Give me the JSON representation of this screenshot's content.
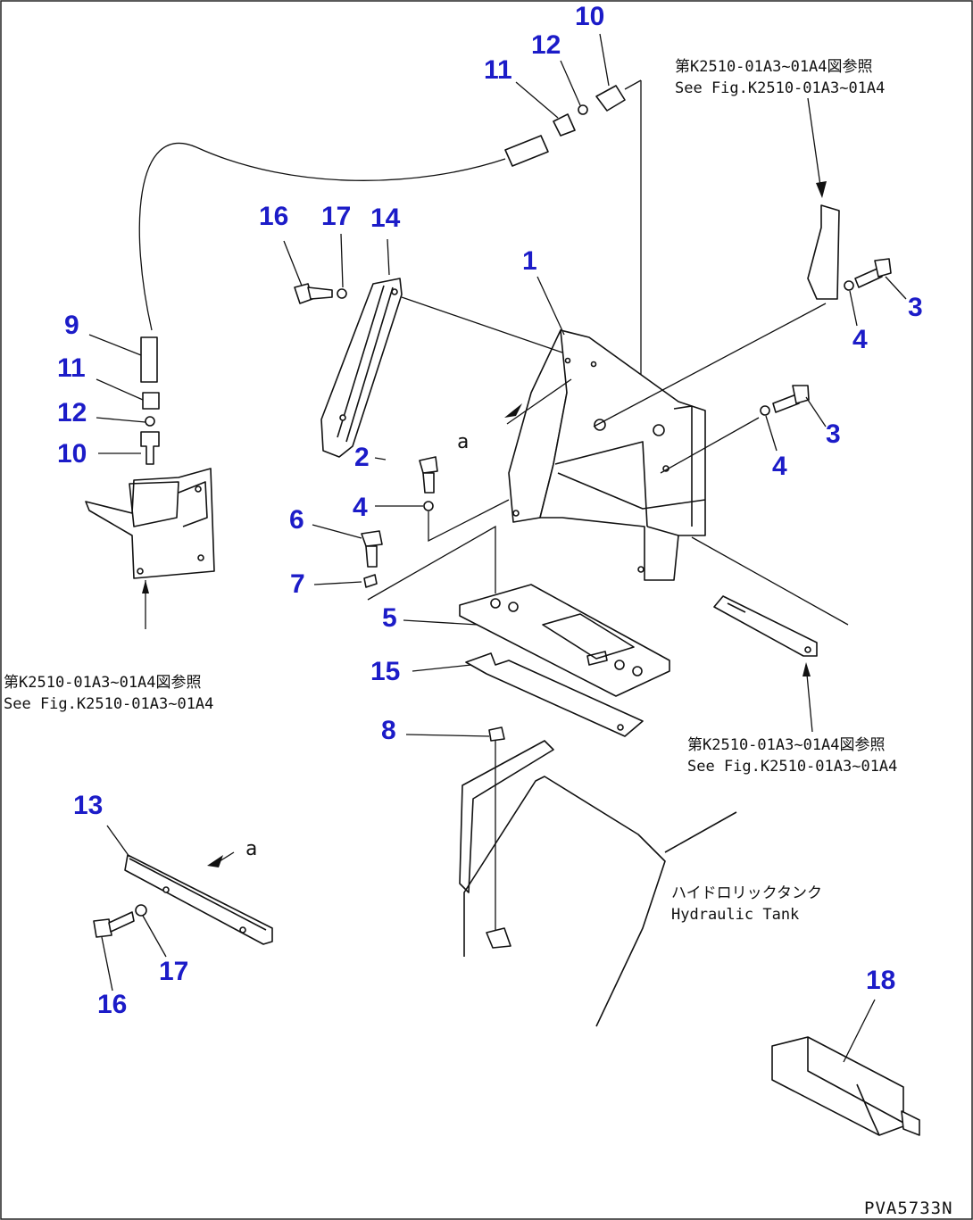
{
  "drawing_code": "PVA5733N",
  "callouts": [
    {
      "id": "c10a",
      "label": "10"
    },
    {
      "id": "c12a",
      "label": "12"
    },
    {
      "id": "c11a",
      "label": "11"
    },
    {
      "id": "c16a",
      "label": "16"
    },
    {
      "id": "c17a",
      "label": "17"
    },
    {
      "id": "c14",
      "label": "14"
    },
    {
      "id": "c1",
      "label": "1"
    },
    {
      "id": "c3a",
      "label": "3"
    },
    {
      "id": "c4a",
      "label": "4"
    },
    {
      "id": "c9",
      "label": "9"
    },
    {
      "id": "c11b",
      "label": "11"
    },
    {
      "id": "c12b",
      "label": "12"
    },
    {
      "id": "c10b",
      "label": "10"
    },
    {
      "id": "c2",
      "label": "2"
    },
    {
      "id": "c4b",
      "label": "4"
    },
    {
      "id": "c3b",
      "label": "3"
    },
    {
      "id": "c4c",
      "label": "4"
    },
    {
      "id": "c6",
      "label": "6"
    },
    {
      "id": "c7",
      "label": "7"
    },
    {
      "id": "c5",
      "label": "5"
    },
    {
      "id": "c15",
      "label": "15"
    },
    {
      "id": "c8",
      "label": "8"
    },
    {
      "id": "c13",
      "label": "13"
    },
    {
      "id": "c17b",
      "label": "17"
    },
    {
      "id": "c16b",
      "label": "16"
    },
    {
      "id": "c18",
      "label": "18"
    }
  ],
  "letters": [
    {
      "id": "a1",
      "label": "a"
    },
    {
      "id": "a2",
      "label": "a"
    }
  ],
  "references": [
    {
      "id": "ref_top_right",
      "jp": "第K2510-01A3~01A4図参照",
      "en": "See Fig.K2510-01A3~01A4"
    },
    {
      "id": "ref_left",
      "jp": "第K2510-01A3~01A4図参照",
      "en": "See Fig.K2510-01A3~01A4"
    },
    {
      "id": "ref_bottom_right",
      "jp": "第K2510-01A3~01A4図参照",
      "en": "See Fig.K2510-01A3~01A4"
    }
  ],
  "tank_label": {
    "jp": "ハイドロリックタンク",
    "en": "Hydraulic Tank"
  }
}
